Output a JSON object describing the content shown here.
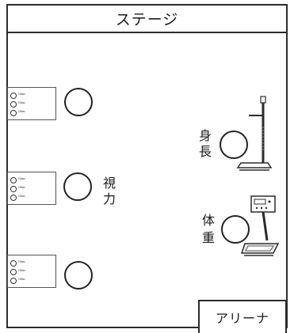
{
  "stage": {
    "label": "ステージ"
  },
  "arena": {
    "label": "アリーナ"
  },
  "stations": {
    "vision": {
      "label_1": "視",
      "label_2": "力"
    },
    "height": {
      "label_1": "身",
      "label_2": "長"
    },
    "weight": {
      "label_1": "体",
      "label_2": "重"
    }
  },
  "eye_chart_row_marks": "ᴼ⁰ᵒᵒ",
  "colors": {
    "line": "#2b2b2b",
    "paper": "#ffffff"
  }
}
